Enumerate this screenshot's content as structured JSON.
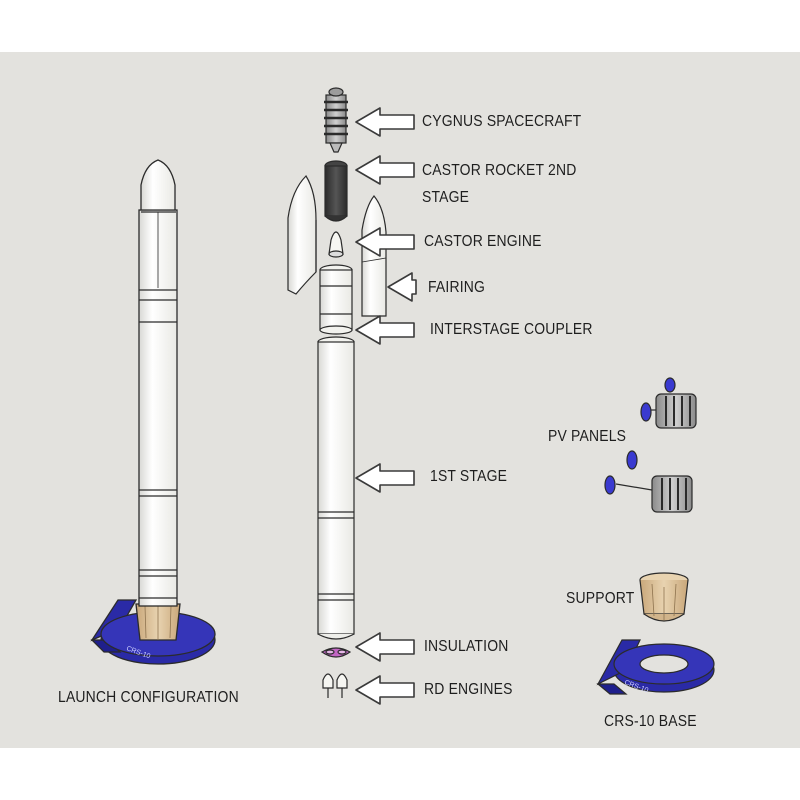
{
  "labels": {
    "cygnus": "CYGNUS SPACECRAFT",
    "castor_2nd_line1": "CASTOR ROCKET 2ND",
    "castor_2nd_line2": "STAGE",
    "castor_engine": "CASTOR ENGINE",
    "fairing": "FAIRING",
    "interstage": "INTERSTAGE COUPLER",
    "first_stage": "1ST STAGE",
    "insulation": "INSULATION",
    "rd_engines": "RD ENGINES",
    "pv_panels": "PV PANELS",
    "support": "SUPPORT",
    "crs10_base": "CRS-10 BASE",
    "launch_config": "LAUNCH CONFIGURATION"
  },
  "base_marking": "CRS-10",
  "colors": {
    "background": "#e3e2de",
    "rocket_body": "#fbfbf7",
    "outline": "#2b2b2b",
    "base_blue": "#2a2aa6",
    "support_tan": "#d9bf96",
    "castor_dark": "#3b3b3b",
    "insulation_pink": "#c266c4",
    "arrow_fill": "#ffffff"
  }
}
